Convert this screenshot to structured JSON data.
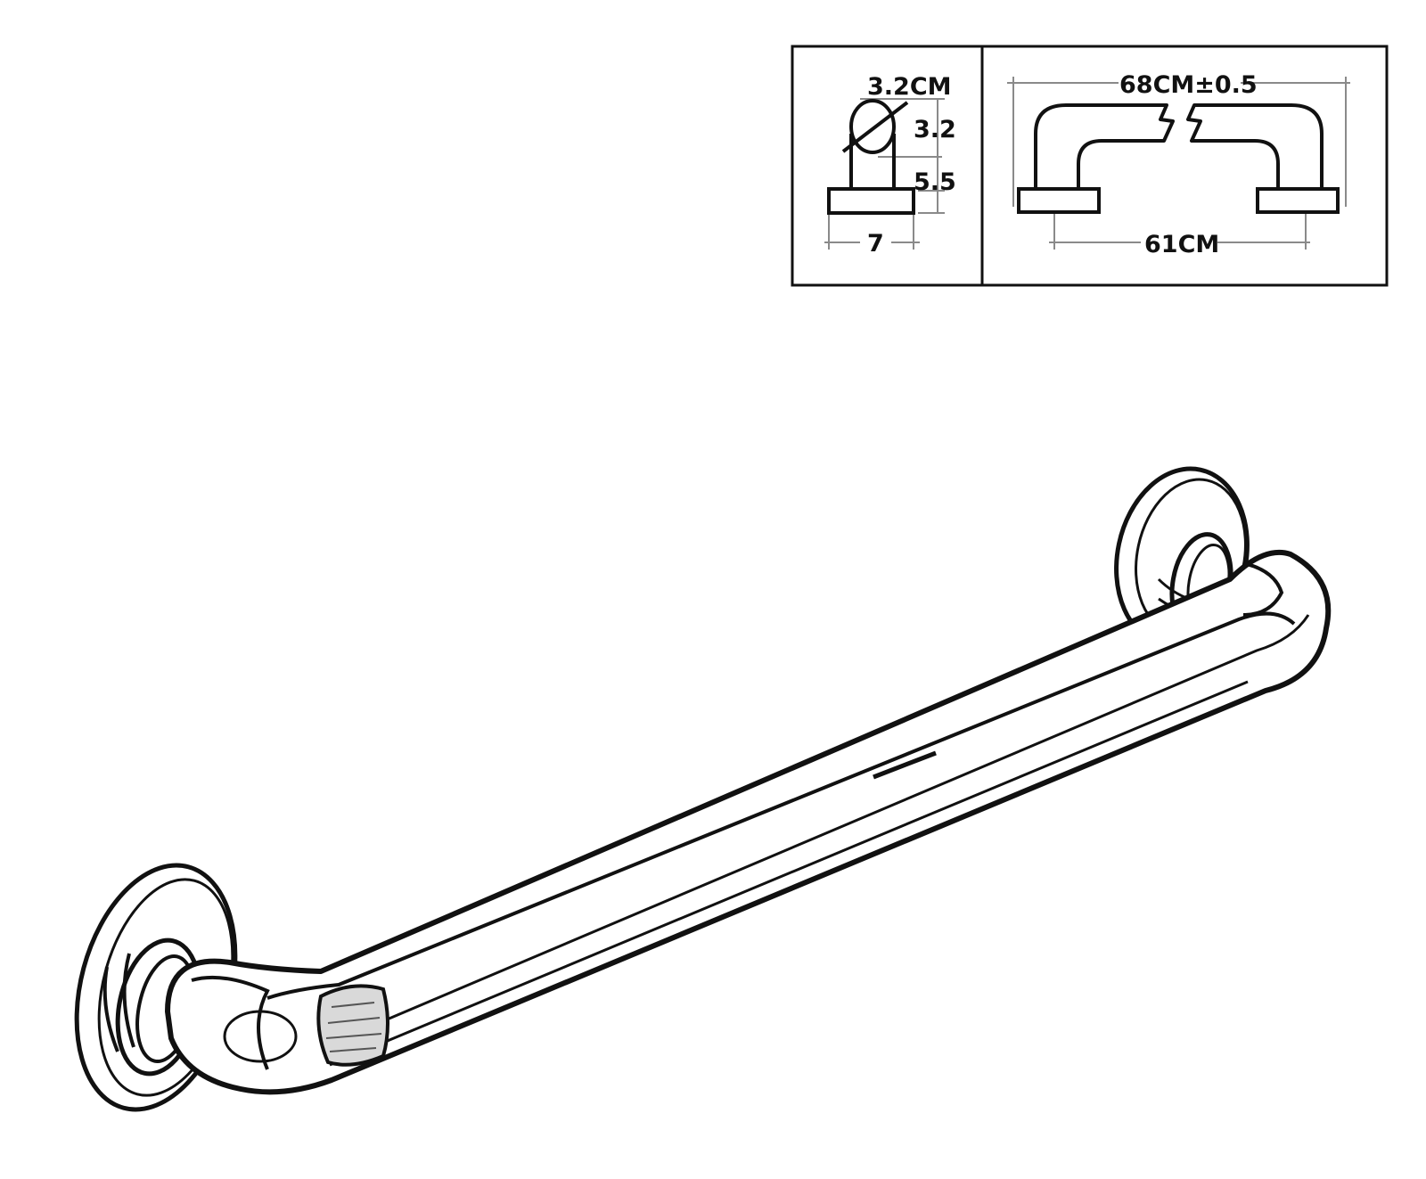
{
  "spec_box": {
    "left_panel": {
      "diameter_label": "3.2CM",
      "tube_height_label": "3.2",
      "flange_height_label": "5.5",
      "flange_width_label": "7"
    },
    "right_panel": {
      "total_length_label": "68CM±0.5",
      "mount_spacing_label": "61CM"
    }
  },
  "colors": {
    "line": "#111111",
    "dim_line": "#8a8a8a",
    "background": "#ffffff"
  }
}
